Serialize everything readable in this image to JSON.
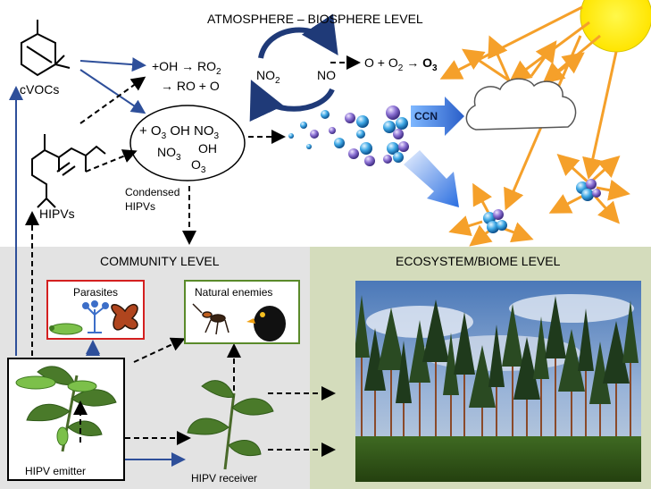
{
  "atmosphere": {
    "title": "ATMOSPHERE – BIOSPHERE LEVEL",
    "cvocs_label": "cVOCs",
    "hipvs_label": "HIPVs",
    "reaction_oh": "+OH → RO",
    "reaction_oh_sub": "2",
    "reaction_ro": "→ RO + O",
    "no2_label": "NO",
    "no2_sub": "2",
    "no_label": "NO",
    "ozone_reaction": "O + O",
    "ozone_reaction_sub": "2",
    "ozone_arrow": "→",
    "ozone_product": "O",
    "ozone_product_sub": "3",
    "oxidants_line1_prefix": "+ O",
    "oxidants_line1_sub": "3",
    "oxidants_line1_rest": "OH  NO",
    "oxidants_line1_sub2": "3",
    "oxidants_no3": "NO",
    "oxidants_no3_sub": "3",
    "oxidants_oh": "OH",
    "oxidants_o3": "O",
    "oxidants_o3_sub": "3",
    "condensed_line1": "Condensed",
    "condensed_line2": "HIPVs",
    "ccn_label": "CCN"
  },
  "community": {
    "title": "COMMUNITY  LEVEL",
    "parasites_label": "Parasites",
    "enemies_label": "Natural enemies",
    "emitter_label": "HIPV emitter",
    "receiver_label": "HIPV  receiver"
  },
  "ecosystem": {
    "title": "ECOSYSTEM/BIOME LEVEL"
  },
  "colors": {
    "community_bg": "#e3e3e3",
    "ecosystem_bg": "#d4dcbc",
    "sun": "#ffee00",
    "sun_rays": "#f5a02a",
    "blue_arrow": "#2e4f9a",
    "parasites_border": "#d42020",
    "enemies_border": "#5a8a2a"
  }
}
